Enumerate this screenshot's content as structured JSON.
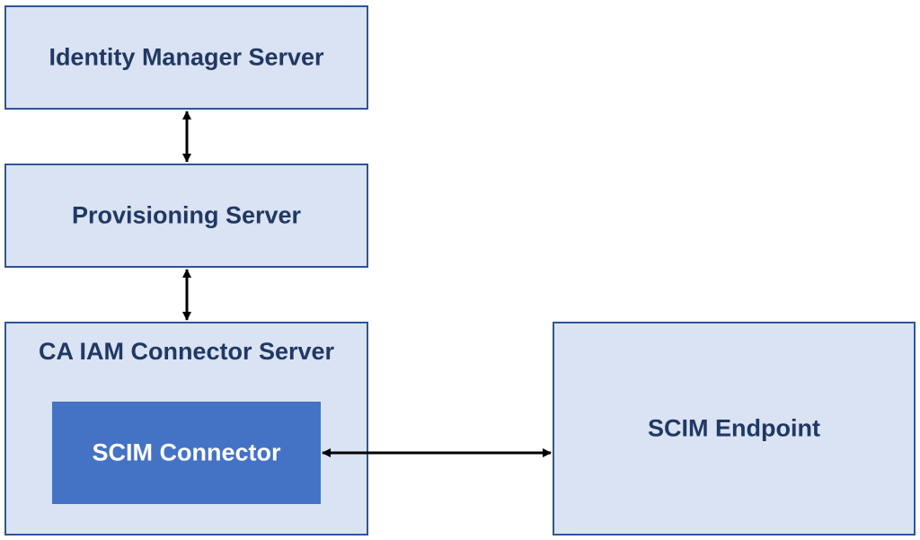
{
  "diagram": {
    "identity_manager": "Identity Manager Server",
    "provisioning": "Provisioning Server",
    "connector_server": "CA IAM Connector Server",
    "scim_connector": "SCIM Connector",
    "scim_endpoint": "SCIM Endpoint"
  },
  "colors": {
    "box_fill": "#dae3f3",
    "box_border": "#2f5597",
    "label_text": "#203864",
    "connector_fill": "#4472c4",
    "arrow": "#000000"
  }
}
